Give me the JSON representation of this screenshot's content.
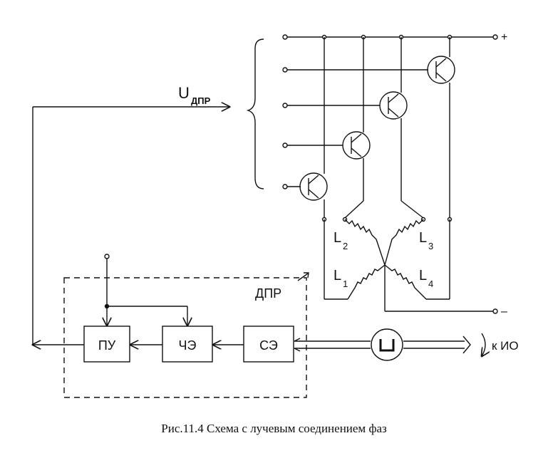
{
  "diagram": {
    "signal_label": "U",
    "signal_subscript": "ДПР",
    "sensor_label": "ДПР",
    "blocks": {
      "pu": "ПУ",
      "che": "ЧЭ",
      "se": "СЭ"
    },
    "terminal_plus": "+",
    "terminal_minus": "–",
    "output_label": "к ИО",
    "coils": {
      "l1": "L",
      "l1_sub": "1",
      "l2": "L",
      "l2_sub": "2",
      "l3": "L",
      "l3_sub": "3",
      "l4": "L",
      "l4_sub": "4"
    }
  },
  "caption": "Рис.11.4 Схема с лучевым соединением фаз"
}
